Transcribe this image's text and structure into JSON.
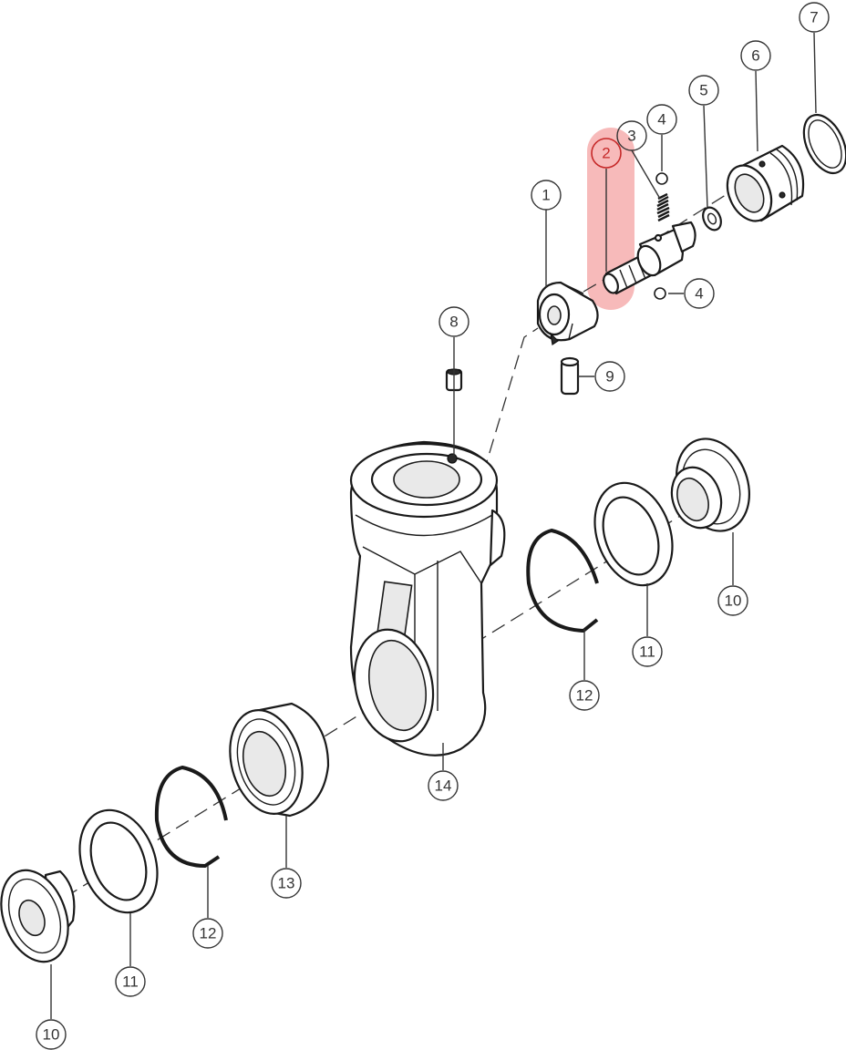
{
  "callouts": [
    {
      "id": "c1",
      "label": "1"
    },
    {
      "id": "c2",
      "label": "2",
      "highlighted": true
    },
    {
      "id": "c3",
      "label": "3"
    },
    {
      "id": "c4a",
      "label": "4"
    },
    {
      "id": "c4b",
      "label": "4"
    },
    {
      "id": "c5",
      "label": "5"
    },
    {
      "id": "c6",
      "label": "6"
    },
    {
      "id": "c7",
      "label": "7"
    },
    {
      "id": "c8",
      "label": "8"
    },
    {
      "id": "c9",
      "label": "9"
    },
    {
      "id": "c10a",
      "label": "10"
    },
    {
      "id": "c10b",
      "label": "10"
    },
    {
      "id": "c11a",
      "label": "11"
    },
    {
      "id": "c11b",
      "label": "11"
    },
    {
      "id": "c12a",
      "label": "12"
    },
    {
      "id": "c12b",
      "label": "12"
    },
    {
      "id": "c13",
      "label": "13"
    },
    {
      "id": "c14",
      "label": "14"
    }
  ],
  "colors": {
    "highlight": "#f4a3a3",
    "highlight_outline": "#c62828",
    "line": "#1a1a1a",
    "background": "#ffffff"
  }
}
